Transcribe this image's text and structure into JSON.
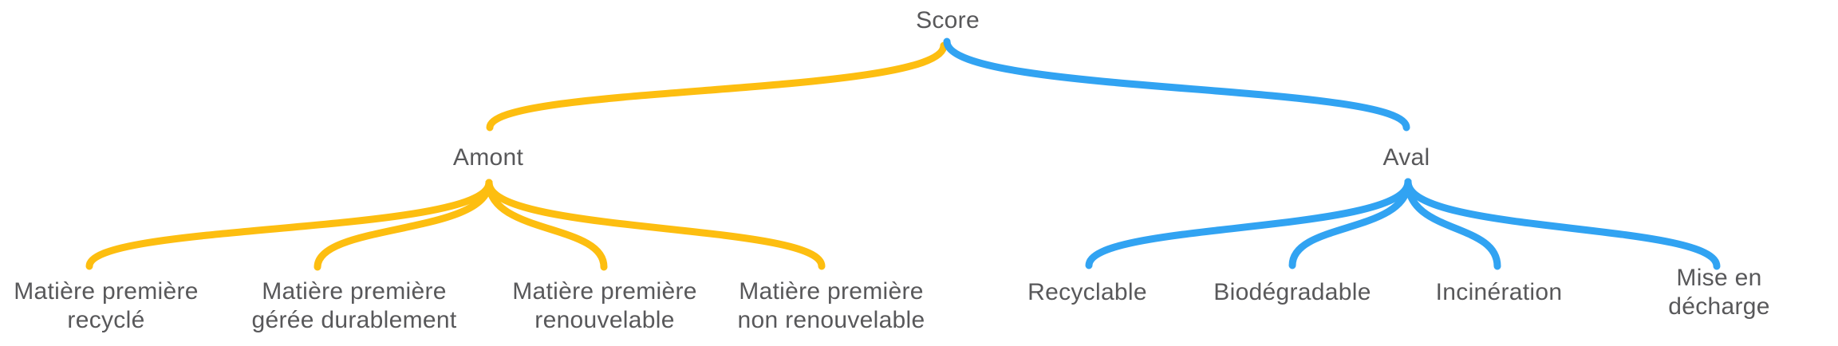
{
  "diagram": {
    "title": "Score decomposition mind map",
    "background": "#FFFFFF",
    "text_color": "#58585A",
    "root": {
      "label": "Score"
    },
    "branches": [
      {
        "label": "Amont",
        "color": "#FDBE10",
        "children": [
          {
            "label": "Matière première\nrecyclé"
          },
          {
            "label": "Matière première\ngérée durablement"
          },
          {
            "label": "Matière première\nrenouvelable"
          },
          {
            "label": "Matière première\nnon renouvelable"
          }
        ]
      },
      {
        "label": "Aval",
        "color": "#31A3F2",
        "children": [
          {
            "label": "Recyclable"
          },
          {
            "label": "Biodégradable"
          },
          {
            "label": "Incinération"
          },
          {
            "label": "Mise en décharge"
          }
        ]
      }
    ]
  }
}
